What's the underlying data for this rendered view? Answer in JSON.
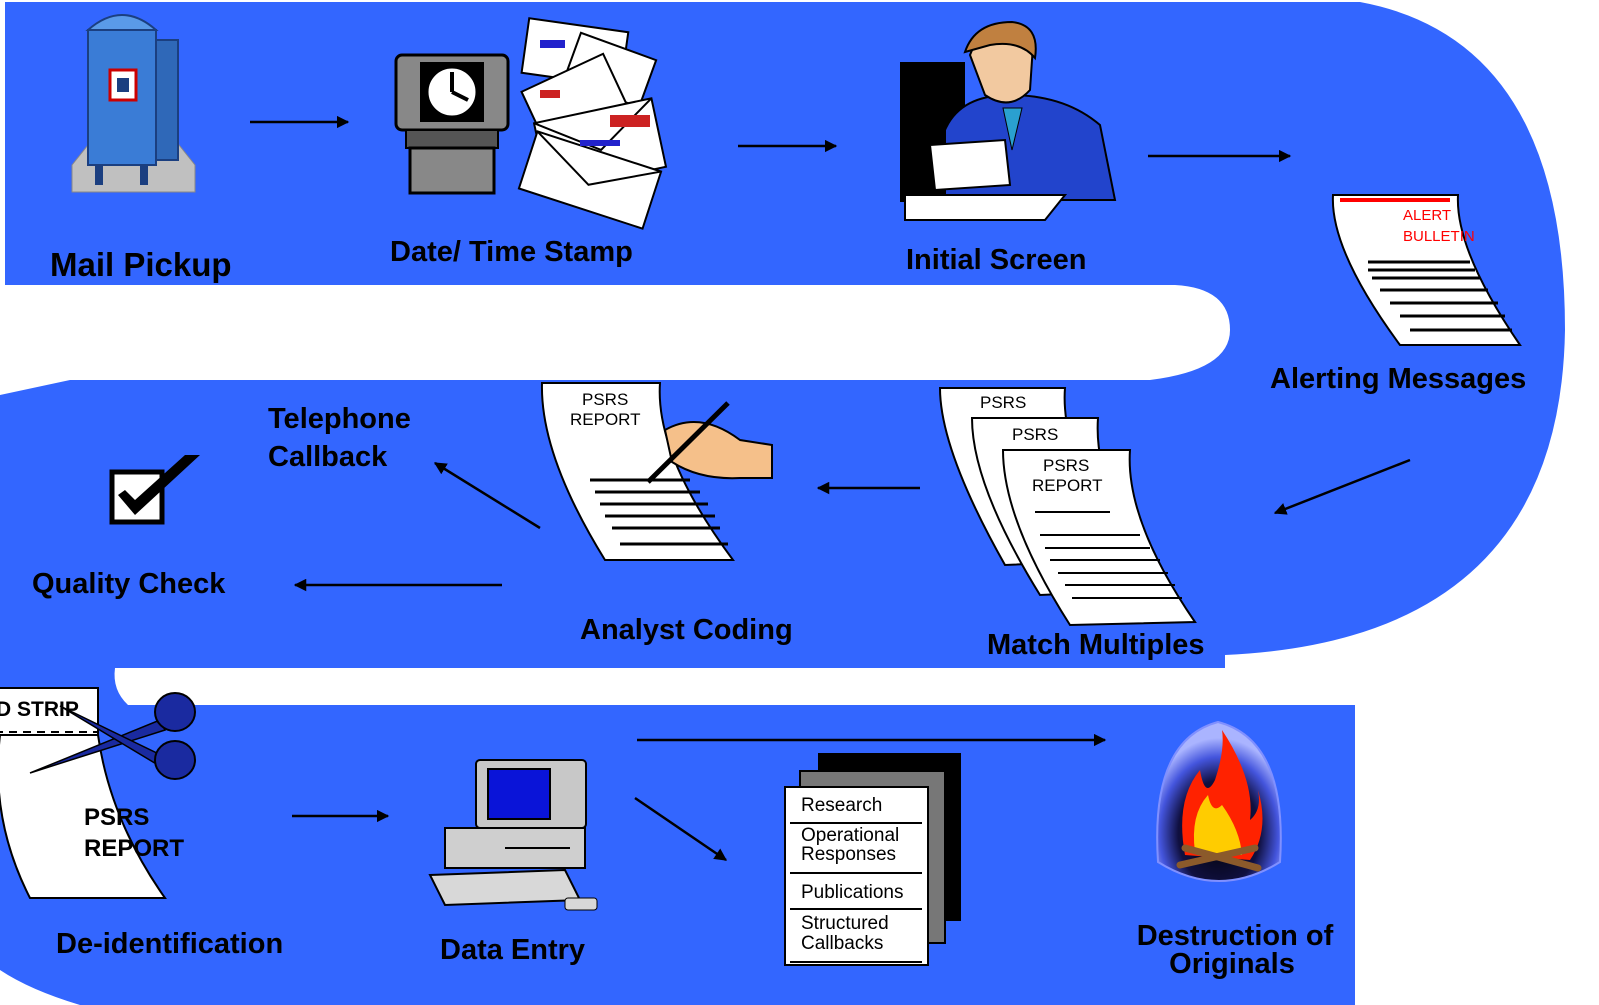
{
  "colors": {
    "band": "#3366ff",
    "band_dark": "#2a55e0",
    "arrow": "#000000",
    "alert_text": "#ff0000",
    "mailbox": "#3a7cd6",
    "fire": "#ff6600"
  },
  "steps": {
    "mail_pickup": "Mail Pickup",
    "date_time_stamp": "Date/ Time Stamp",
    "initial_screen": "Initial Screen",
    "alerting_messages": "Alerting Messages",
    "match_multiples": "Match Multiples",
    "analyst_coding": "Analyst Coding",
    "telephone_callback_line1": "Telephone",
    "telephone_callback_line2": "Callback",
    "quality_check": "Quality Check",
    "de_identification": "De-identification",
    "data_entry": "Data Entry",
    "destruction_line1": "Destruction of",
    "destruction_line2": "Originals"
  },
  "alert_doc": {
    "line1": "ALERT",
    "line2": "BULLETIN"
  },
  "report_doc": {
    "line1": "PSRS",
    "line2": "REPORT"
  },
  "strip_doc": {
    "strip_text": "D STRIP",
    "line1": "PSRS",
    "line2": "REPORT"
  },
  "outputs": [
    "Research",
    "Operational Responses",
    "Publications",
    "Structured Callbacks"
  ],
  "icons": [
    "mailbox-icon",
    "time-clock-icon",
    "envelopes-icon",
    "man-reading-icon",
    "alert-bulletin-icon",
    "report-stack-icon",
    "signing-report-icon",
    "checkbox-icon",
    "scissors-icon",
    "computer-icon",
    "document-stack-icon",
    "fire-icon"
  ]
}
